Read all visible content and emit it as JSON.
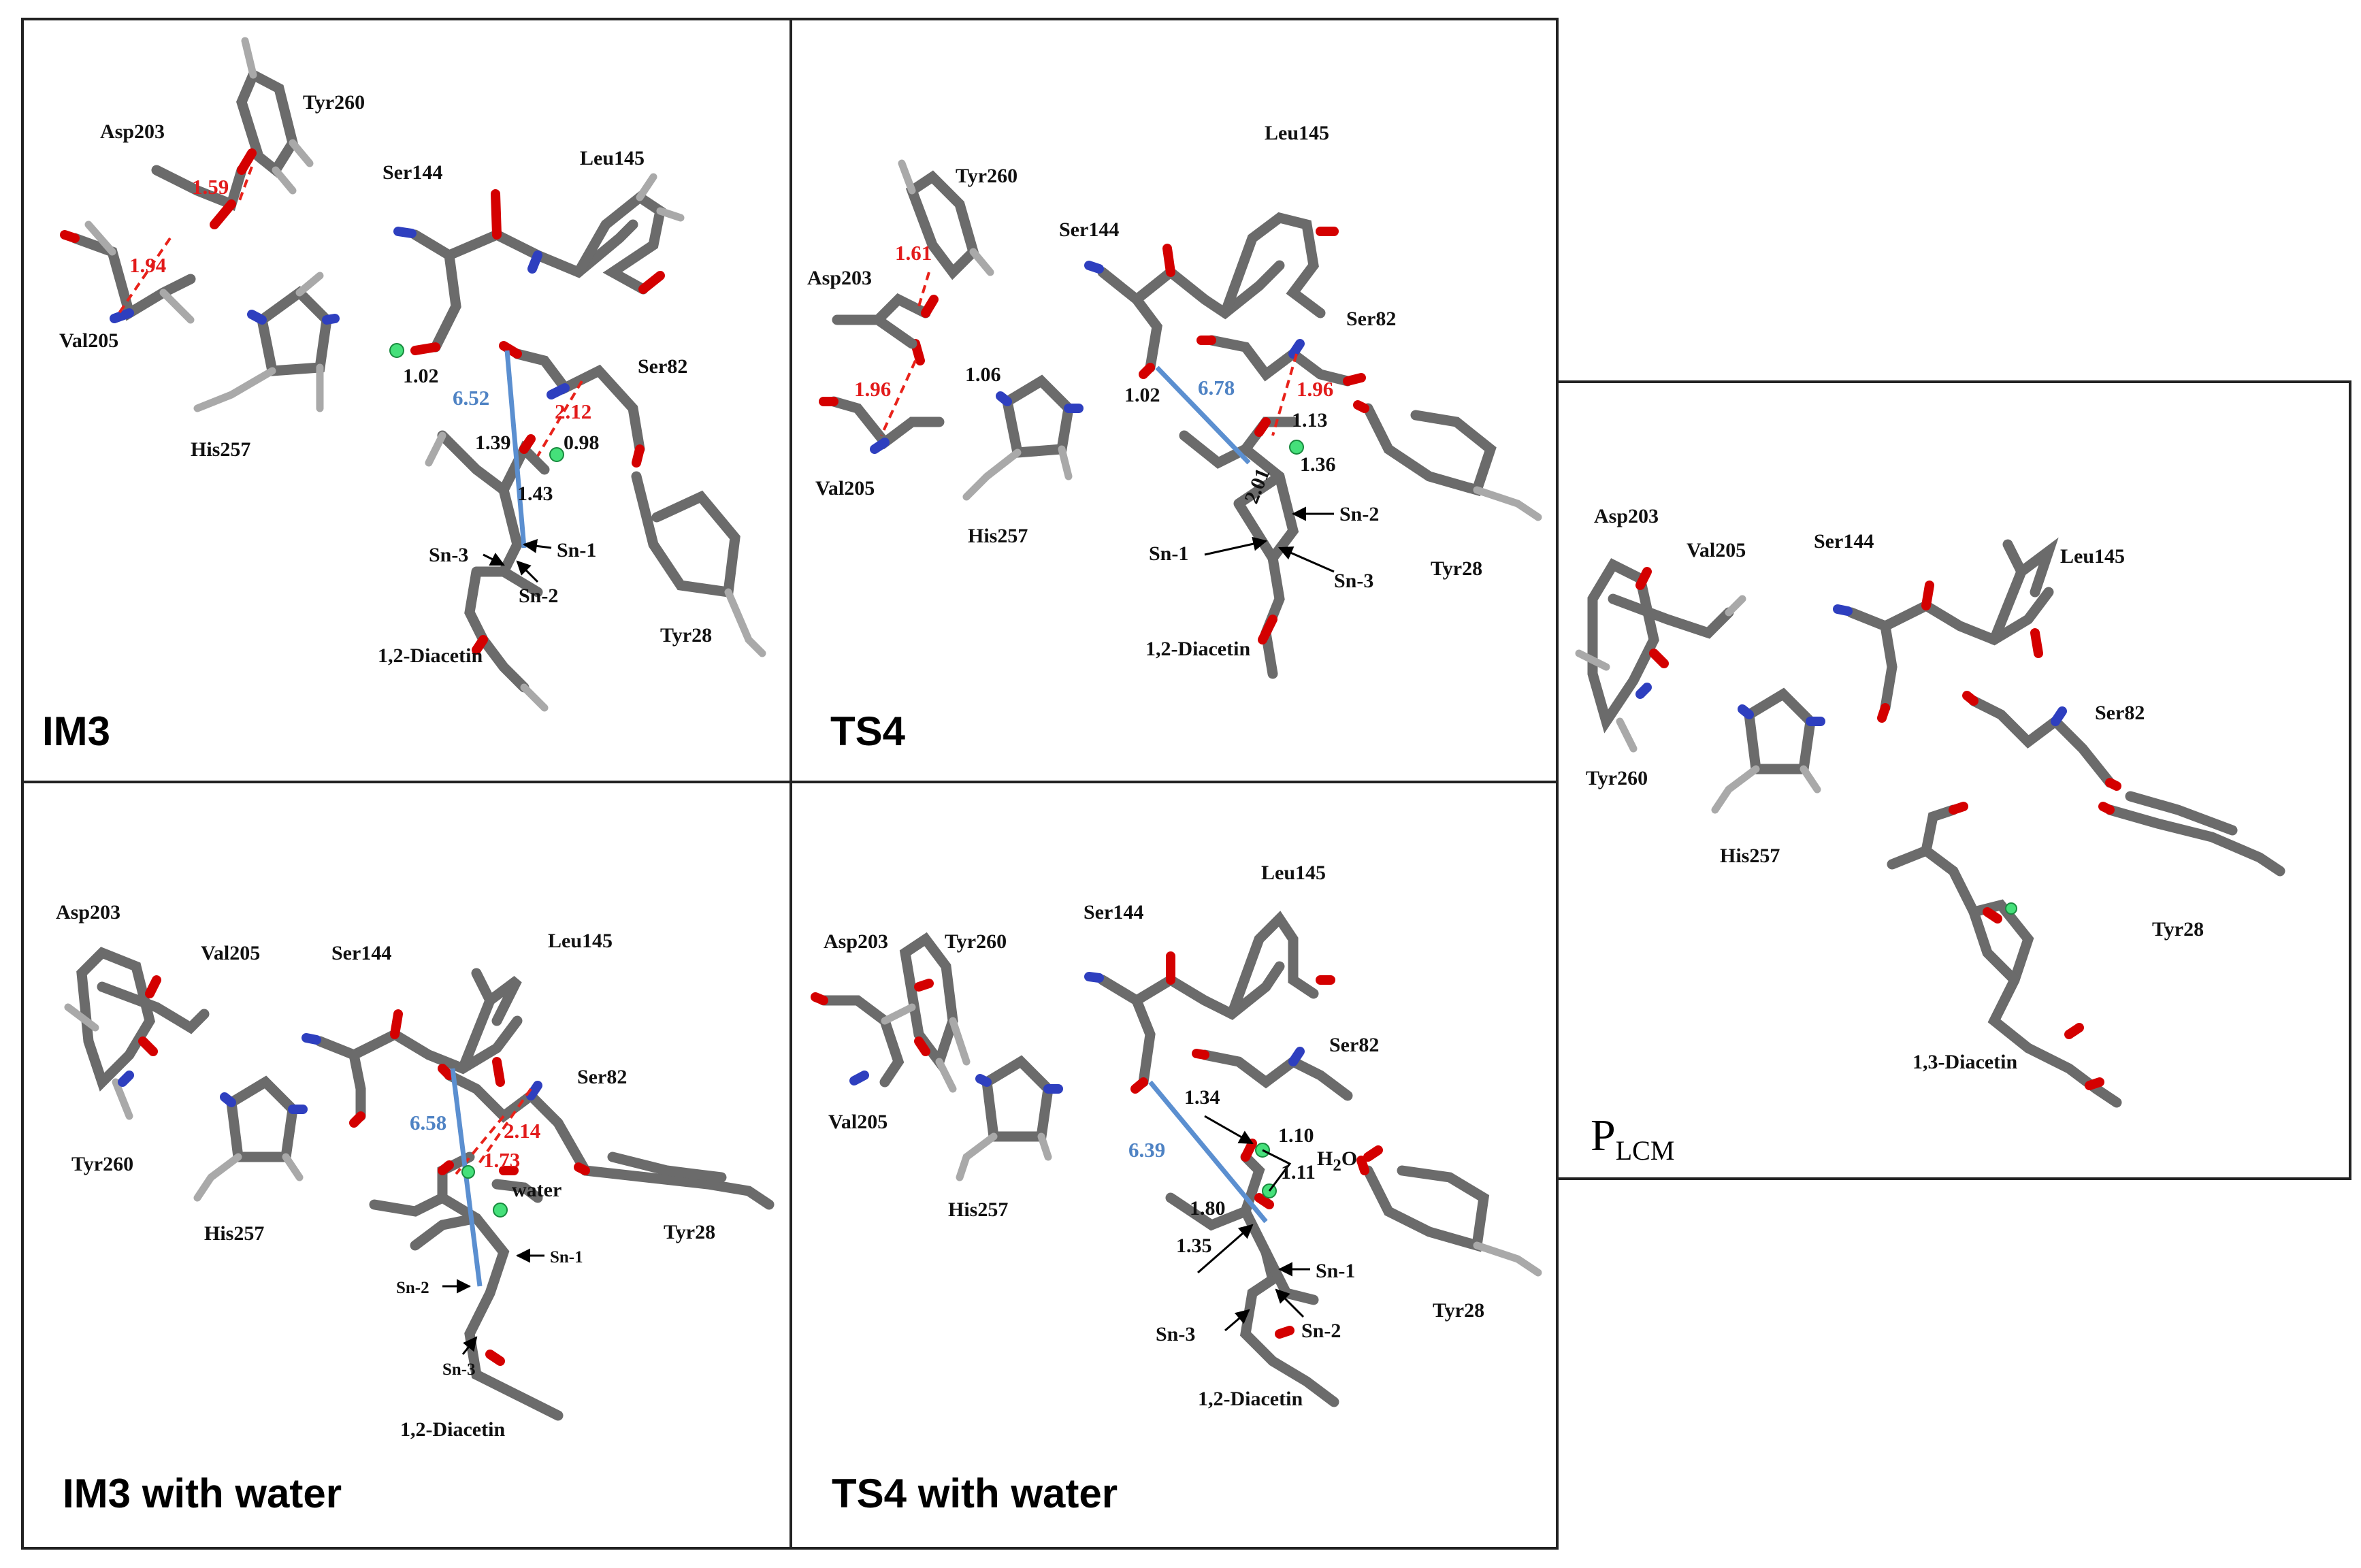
{
  "panels": [
    {
      "title": "IM3",
      "residues": [
        "Asp203",
        "Tyr260",
        "Val205",
        "His257",
        "Ser144",
        "Leu145",
        "Ser82",
        "Tyr28",
        "1,2-Diacetin"
      ],
      "hbonds": [
        "1.59",
        "1.94",
        "2.12"
      ],
      "distance": "6.52",
      "bonds": [
        "1.02",
        "1.39",
        "0.98",
        "1.43"
      ],
      "positions": [
        "Sn-3",
        "Sn-1",
        "Sn-2"
      ]
    },
    {
      "title": "TS4",
      "residues": [
        "Leu145",
        "Tyr260",
        "Ser144",
        "Asp203",
        "Ser82",
        "Val205",
        "His257",
        "Tyr28",
        "1,2-Diacetin"
      ],
      "hbonds": [
        "1.61",
        "1.96",
        "1.96"
      ],
      "distance": "6.78",
      "bonds": [
        "1.06",
        "1.02",
        "1.13",
        "1.36",
        "2.01"
      ],
      "positions": [
        "Sn-2",
        "Sn-1",
        "Sn-3"
      ]
    },
    {
      "title": "IM3 with water",
      "residues": [
        "Asp203",
        "Val205",
        "Ser144",
        "Leu145",
        "Ser82",
        "Tyr260",
        "His257",
        "Tyr28",
        "1,2-Diacetin"
      ],
      "hbonds": [
        "2.14",
        "1.73"
      ],
      "distance": "6.58",
      "water_label": "water",
      "positions": [
        "Sn-1",
        "Sn-2",
        "Sn-3"
      ]
    },
    {
      "title": "TS4 with water",
      "residues": [
        "Leu145",
        "Ser144",
        "Asp203",
        "Tyr260",
        "Ser82",
        "Val205",
        "His257",
        "Tyr28",
        "1,2-Diacetin"
      ],
      "distance": "6.39",
      "bonds": [
        "1.34",
        "1.10",
        "1.11",
        "1.80",
        "1.35"
      ],
      "water_label": "H",
      "water_sub": "2",
      "water_tail": "O",
      "positions": [
        "Sn-1",
        "Sn-2",
        "Sn-3"
      ]
    }
  ],
  "product_panel": {
    "title_main": "P",
    "title_sub": "LCM",
    "residues": [
      "Asp203",
      "Val205",
      "Ser144",
      "Leu145",
      "Ser82",
      "Tyr260",
      "His257",
      "Tyr28",
      "1,3-Diacetin"
    ]
  },
  "colors": {
    "oxygen": "#d40000",
    "nitrogen": "#2e3fbf",
    "hbond": "#e8221a",
    "distance": "#5b8fd0",
    "proton": "#45e07a"
  }
}
